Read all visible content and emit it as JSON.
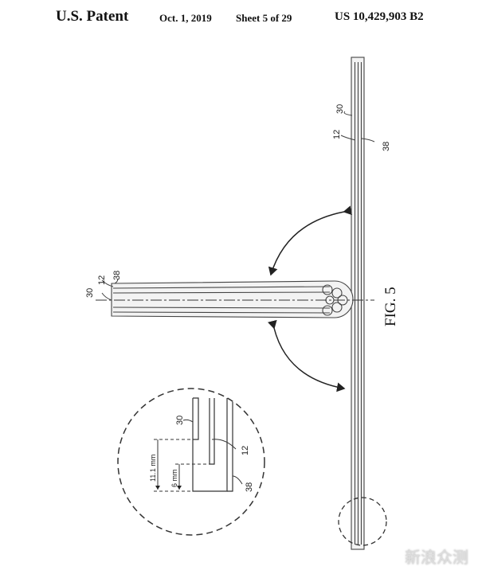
{
  "header": {
    "title": "U.S. Patent",
    "date": "Oct. 1, 2019",
    "sheet": "Sheet 5 of 29",
    "patent_number": "US 10,429,903 B2"
  },
  "figure": {
    "caption": "FIG. 5",
    "panel_labels": [
      "30",
      "12",
      "38"
    ],
    "fold_labels": [
      "30",
      "12",
      "38"
    ],
    "detail_labels": [
      "30",
      "12",
      "38"
    ],
    "dimensions": [
      "11.1 mm",
      "6 mm"
    ]
  },
  "watermark": "新浪众测"
}
